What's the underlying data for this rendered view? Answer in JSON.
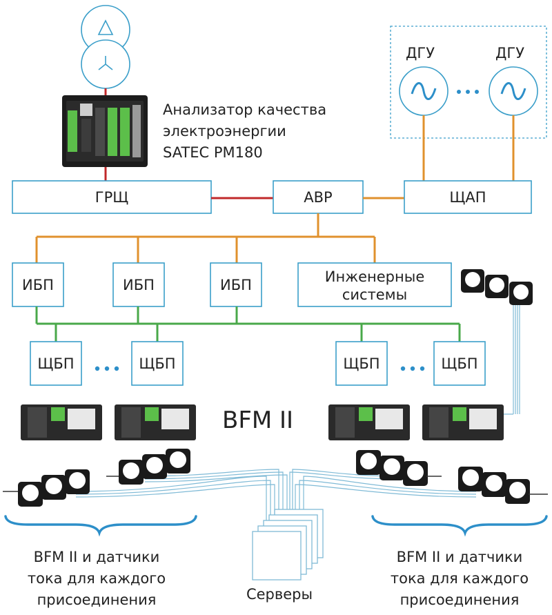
{
  "analyzer": {
    "line1": "Анализатор качества",
    "line2": "электроэнергии",
    "line3": "SATEC PM180"
  },
  "boxes": {
    "grsh": "ГРЩ",
    "avr": "АВР",
    "shap": "ЩАП",
    "ibp1": "ИБП",
    "ibp2": "ИБП",
    "ibp3": "ИБП",
    "eng_line1": "Инженерные",
    "eng_line2": "системы",
    "shbp1": "ЩБП",
    "shbp2": "ЩБП",
    "shbp3": "ЩБП",
    "shbp4": "ЩБП"
  },
  "dgu": {
    "label1": "ДГУ",
    "label2": "ДГУ"
  },
  "bfm_title": "BFM II",
  "servers": "Серверы",
  "left_caption": {
    "line1": "BFM II и датчики",
    "line2": "тока для каждого",
    "line3": "присоединения"
  },
  "right_caption": {
    "line1": "BFM II и датчики",
    "line2": "тока для каждого",
    "line3": "присоединения"
  },
  "colors": {
    "box_border": "#3a9ec9",
    "line_red": "#c0282a",
    "line_orange": "#e0912d",
    "line_green": "#49a84a",
    "accent_blue": "#2d8fc9"
  }
}
